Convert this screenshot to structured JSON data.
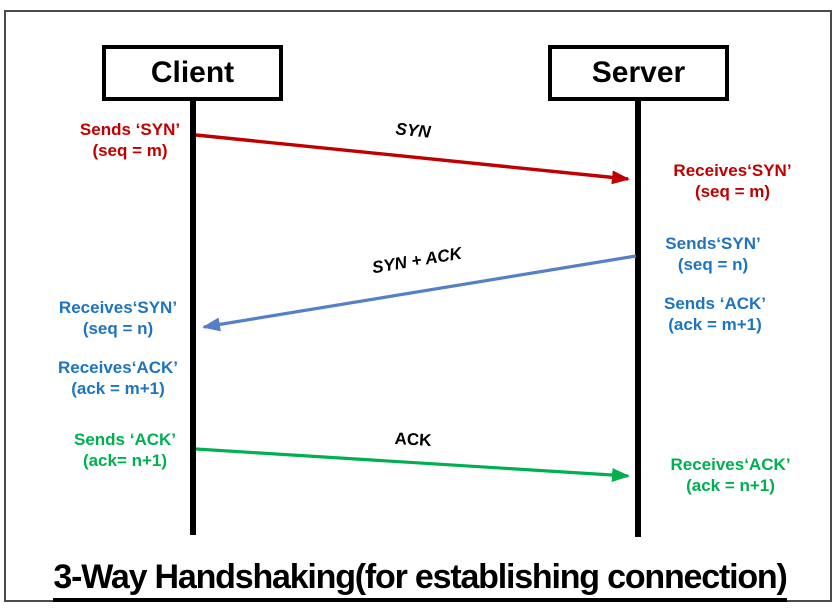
{
  "title": "3-Way Handshaking(for establishing connection)",
  "actors": {
    "client": "Client",
    "server": "Server"
  },
  "messages": {
    "syn": {
      "arrow_label": "SYN",
      "send_line1": "Sends ‘SYN’",
      "send_line2": "(seq = m)",
      "recv_line1": "Receives‘SYN’",
      "recv_line2": "(seq = m)"
    },
    "synack": {
      "arrow_label": "SYN + ACK",
      "send_line1": "Sends‘SYN’",
      "send_line2": "(seq = n)",
      "send_line3": "Sends ‘ACK’",
      "send_line4": "(ack = m+1)",
      "recv_line1": "Receives‘SYN’",
      "recv_line2": "(seq = n)",
      "recv_line3": "Receives‘ACK’",
      "recv_line4": "(ack = m+1)"
    },
    "ack": {
      "arrow_label": "ACK",
      "send_line1": "Sends ‘ACK’",
      "send_line2": "(ack= n+1)",
      "recv_line1": "Receives‘ACK’",
      "recv_line2": "(ack = n+1)"
    }
  },
  "colors": {
    "syn_arrow_red": "#C00000",
    "synack_arrow_blue": "#5580C6",
    "synack_text_blue": "#1F74BF",
    "ack_green": "#00B050",
    "lifeline_black": "#000000",
    "frame_border_gray": "#4A4A4A"
  }
}
